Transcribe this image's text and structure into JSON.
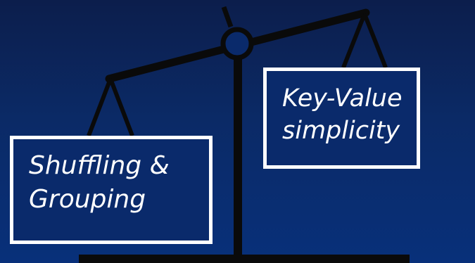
{
  "left_pan": {
    "line1": "Shuffling &",
    "line2": "Grouping"
  },
  "right_pan": {
    "line1": "Key-Value",
    "line2": "simplicity"
  },
  "colors": {
    "background_top": "#0c1e4c",
    "background_bottom": "#08307a",
    "scale": "#0a0a0a",
    "box_border": "#ffffff",
    "text": "#ffffff"
  }
}
